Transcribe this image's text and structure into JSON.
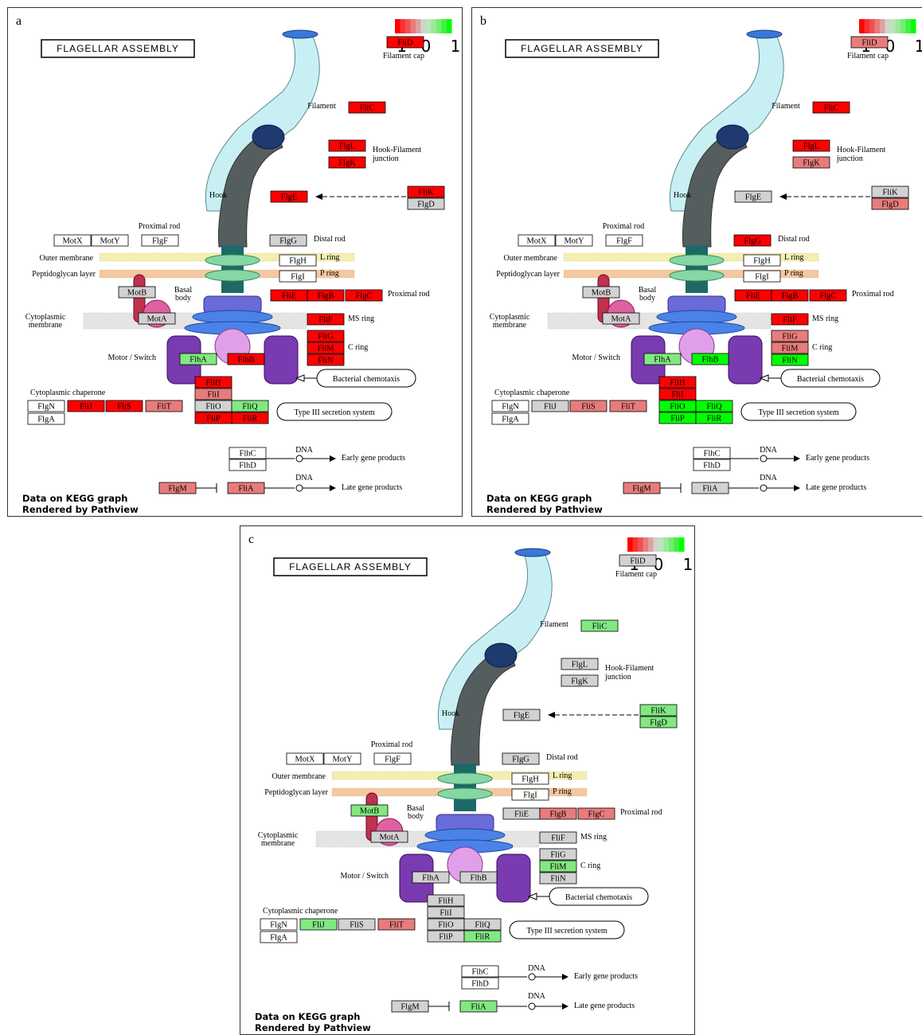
{
  "colors": {
    "up": "#ff0000",
    "up_mid": "#e87c7c",
    "neutral": "#d2d2d2",
    "down_mid": "#82e882",
    "down": "#00ff00",
    "none": "#ffffff"
  },
  "title": "FLAGELLAR ASSEMBLY",
  "footer_line1": "Data on KEGG graph",
  "footer_line2": "Rendered by Pathview",
  "legend": {
    "min": "-1",
    "mid": "0",
    "max": "1"
  },
  "labels": {
    "filament": "Filament",
    "filament_cap": "Filament cap",
    "hook": "Hook",
    "hook_filament": "Hook-Filament",
    "junction": "junction",
    "proximal_rod_top": "Proximal rod",
    "proximal_rod": "Proximal rod",
    "distal_rod": "Distal rod",
    "outer_membrane": "Outer membrane",
    "peptidoglycan": "Peptidoglycan layer",
    "l_ring": "L ring",
    "p_ring": "P ring",
    "basal": "Basal",
    "body": "body",
    "cyto1": "Cytoplasmic",
    "cyto2": "membrane",
    "ms_ring": "MS ring",
    "c_ring": "C ring",
    "motor_switch": "Motor / Switch",
    "chaperone": "Cytoplasmic chaperone",
    "chemotaxis": "Bacterial chemotaxis",
    "t3ss": "Type III secretion system",
    "dna1": "DNA",
    "dna2": "DNA",
    "early": "Early gene products",
    "late": "Late gene products"
  },
  "panels": [
    {
      "letter": "a",
      "genes": {
        "FliD": "up",
        "FliC": "up",
        "FlgL": "up",
        "FlgK": "up",
        "FlgE": "up",
        "FliK": "up",
        "FlgD": "neutral",
        "MotX": "none",
        "MotY": "none",
        "FlgF": "none",
        "FlgG": "neutral",
        "FlgH": "none",
        "FlgI": "none",
        "MotB": "neutral",
        "MotA": "neutral",
        "FliE": "up",
        "FlgB": "up",
        "FlgC": "up",
        "FliF": "up",
        "FliG": "up",
        "FliM": "up",
        "FliN": "up",
        "FlhA": "down_mid",
        "FlhB": "up",
        "FliH": "up",
        "FliI": "up_mid",
        "FliO": "neutral",
        "FliQ": "down_mid",
        "FliP": "up",
        "FliR": "up",
        "FlgN": "none",
        "FliJ": "up",
        "FliS": "up",
        "FliT": "up_mid",
        "FlgA": "none",
        "FlhC": "none",
        "FlhD": "none",
        "FlgM": "up_mid",
        "FliA": "up_mid"
      }
    },
    {
      "letter": "b",
      "genes": {
        "FliD": "up_mid",
        "FliC": "up",
        "FlgL": "up",
        "FlgK": "up_mid",
        "FlgE": "neutral",
        "FliK": "neutral",
        "FlgD": "up_mid",
        "MotX": "none",
        "MotY": "none",
        "FlgF": "none",
        "FlgG": "up",
        "FlgH": "none",
        "FlgI": "none",
        "MotB": "neutral",
        "MotA": "neutral",
        "FliE": "up",
        "FlgB": "up",
        "FlgC": "up",
        "FliF": "up",
        "FliG": "up_mid",
        "FliM": "up_mid",
        "FliN": "down",
        "FlhA": "down_mid",
        "FlhB": "down",
        "FliH": "up",
        "FliI": "up",
        "FliO": "down",
        "FliQ": "down",
        "FliP": "down",
        "FliR": "down",
        "FlgN": "none",
        "FliJ": "neutral",
        "FliS": "up_mid",
        "FliT": "up_mid",
        "FlgA": "none",
        "FlhC": "none",
        "FlhD": "none",
        "FlgM": "up_mid",
        "FliA": "neutral"
      }
    },
    {
      "letter": "c",
      "genes": {
        "FliD": "neutral",
        "FliC": "down_mid",
        "FlgL": "neutral",
        "FlgK": "neutral",
        "FlgE": "neutral",
        "FliK": "down_mid",
        "FlgD": "down_mid",
        "MotX": "none",
        "MotY": "none",
        "FlgF": "none",
        "FlgG": "neutral",
        "FlgH": "none",
        "FlgI": "none",
        "MotB": "down_mid",
        "MotA": "neutral",
        "FliE": "neutral",
        "FlgB": "up_mid",
        "FlgC": "up_mid",
        "FliF": "neutral",
        "FliG": "neutral",
        "FliM": "down_mid",
        "FliN": "neutral",
        "FlhA": "neutral",
        "FlhB": "neutral",
        "FliH": "neutral",
        "FliI": "neutral",
        "FliO": "neutral",
        "FliQ": "neutral",
        "FliP": "neutral",
        "FliR": "down_mid",
        "FlgN": "none",
        "FliJ": "down_mid",
        "FliS": "neutral",
        "FliT": "up_mid",
        "FlgA": "none",
        "FlhC": "none",
        "FlhD": "none",
        "FlgM": "neutral",
        "FliA": "down_mid"
      }
    }
  ]
}
